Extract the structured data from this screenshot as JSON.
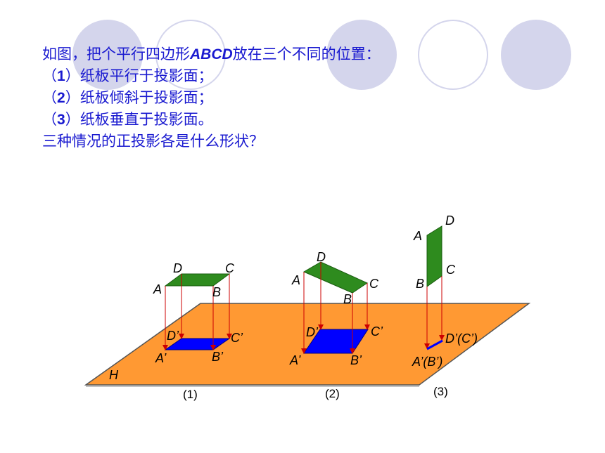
{
  "colors": {
    "text": "#1a1ad0",
    "decor_circle": "#d4d5ec",
    "plane": "#ff9933",
    "original_shape": "#2e8b1e",
    "projection": "#0000ff",
    "arrow": "#cc0000"
  },
  "text": {
    "line1_prefix": "如图，把个平行四边形",
    "line1_letters": "ABCD",
    "line1_suffix": "放在三个不同的位置：",
    "line2_num": "1",
    "line2": "纸板平行于投影面；",
    "line3_num": "2",
    "line3": "纸板倾斜于投影面；",
    "line4_num": "3",
    "line4": "纸板垂直于投影面。",
    "line5": "三种情况的正投影各是什么形状？"
  },
  "diagram": {
    "plane_label": "H",
    "case1": {
      "A": "A",
      "B": "B",
      "C": "C",
      "D": "D",
      "A1": "A’",
      "B1": "B’",
      "C1": "C’",
      "D1": "D’",
      "caption": "(1)"
    },
    "case2": {
      "A": "A",
      "B": "B",
      "C": "C",
      "D": "D",
      "A1": "A’",
      "B1": "B’",
      "C1": "C’",
      "D1": "D’",
      "caption": "(2)"
    },
    "case3": {
      "A": "A",
      "B": "B",
      "C": "C",
      "D": "D",
      "AB1": "A’(B’)",
      "DC1": "D’(C’)",
      "caption": "(3)"
    }
  }
}
